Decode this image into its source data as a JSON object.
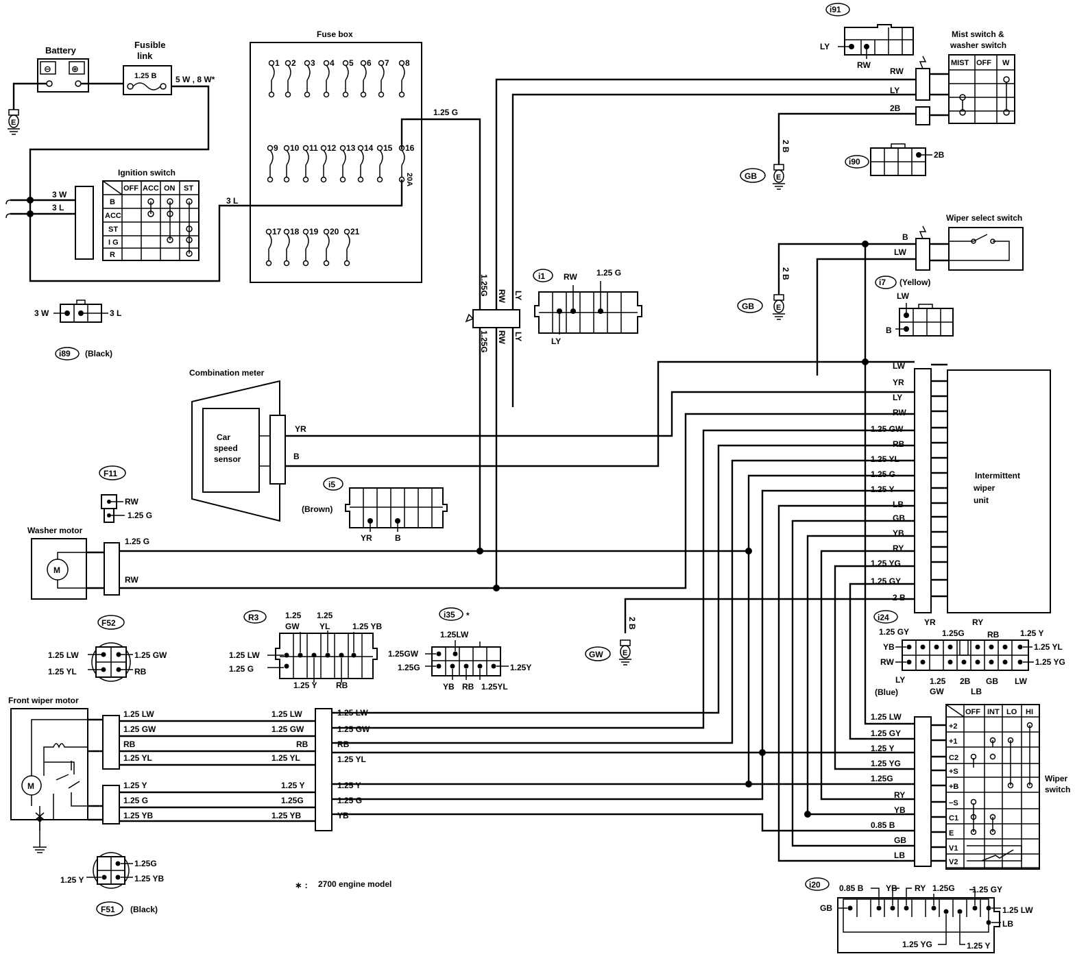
{
  "battery": {
    "title": "Battery"
  },
  "fusible_link": {
    "title_line1": "Fusible",
    "title_line2": "link",
    "rating": "1.25 B",
    "wire": "5 W , 8 W*"
  },
  "fuse_box": {
    "title": "Fuse box",
    "fuses_row1": [
      "1",
      "2",
      "3",
      "4",
      "5",
      "6",
      "7",
      "8"
    ],
    "fuses_row2": [
      "9",
      "10",
      "11",
      "12",
      "13",
      "14",
      "15",
      "16"
    ],
    "fuses_row3": [
      "17",
      "18",
      "19",
      "20",
      "21"
    ],
    "fuse16_rating": "20A",
    "out_wire": "1.25 G",
    "in_wire": "3 L"
  },
  "ignition_switch": {
    "title": "Ignition switch",
    "columns": [
      "OFF",
      "ACC",
      "ON",
      "ST"
    ],
    "rows": [
      "B",
      "ACC",
      "ST",
      "I G",
      "R"
    ],
    "wire_3w": "3 W",
    "wire_3l": "3 L"
  },
  "connector_i89": {
    "id": "i89",
    "color": "(Black)",
    "left": "3 W",
    "right": "3 L"
  },
  "connector_i91": {
    "id": "i91",
    "ly": "LY",
    "rw": "RW"
  },
  "mist_switch": {
    "title_line1": "Mist switch &",
    "title_line2": "washer switch",
    "columns": [
      "MIST",
      "OFF",
      "W"
    ],
    "wires": [
      "RW",
      "LY",
      "2B"
    ]
  },
  "connector_i90": {
    "id": "i90",
    "wire": "2B"
  },
  "ground_gb1": {
    "label": "GB",
    "wire": "2 B"
  },
  "wiper_select": {
    "title": "Wiper select switch",
    "wires": [
      "B",
      "LW"
    ]
  },
  "connector_i7": {
    "id": "i7",
    "color": "(Yellow)",
    "lw": "LW",
    "b": "B"
  },
  "ground_gb2": {
    "label": "GB",
    "wire": "2 B"
  },
  "connector_i1": {
    "id": "i1",
    "rw": "RW",
    "g": "1.25 G",
    "ly": "LY"
  },
  "harness_labels": {
    "g": "1.25G",
    "rw": "RW",
    "ly": "LY"
  },
  "combination_meter": {
    "title": "Combination meter",
    "sensor_line1": "Car",
    "sensor_line2": "speed",
    "sensor_line3": "sensor",
    "wires": [
      "YR",
      "B"
    ]
  },
  "connector_i5": {
    "id": "i5",
    "color": "(Brown)",
    "yr": "YR",
    "b": "B"
  },
  "connector_f11": {
    "id": "F11",
    "rw": "RW",
    "g": "1.25 G"
  },
  "washer_motor": {
    "title": "Washer motor",
    "motor": "M",
    "wires": [
      "1.25 G",
      "RW"
    ]
  },
  "intermittent_unit": {
    "title_line1": "Intermittent",
    "title_line2": "wiper",
    "title_line3": "unit",
    "wires": [
      "LW",
      "YR",
      "LY",
      "RW",
      "1.25 GW",
      "RB",
      "1.25 YL",
      "1.25 G",
      "1.25 Y",
      "LB",
      "GB",
      "YB",
      "RY",
      "1.25 YG",
      "1.25 GY",
      "2 B"
    ]
  },
  "connector_f52": {
    "id": "F52",
    "lw": "1.25 LW",
    "gw": "1.25 GW",
    "yl": "1.25 YL",
    "rb": "RB"
  },
  "connector_r3": {
    "id": "R3",
    "gw_top1": "1.25",
    "gw_top2": "GW",
    "yl_top1": "1.25",
    "yl_top2": "YL",
    "yb": "1.25 YB",
    "lw": "1.25 LW",
    "g": "1.25 G",
    "y": "1.25 Y",
    "rb": "RB"
  },
  "connector_i35": {
    "id": "i35",
    "mark": "*",
    "lw": "1.25LW",
    "gw": "1.25GW",
    "g": "1.25G",
    "y": "1.25Y",
    "yb": "YB",
    "rb": "RB",
    "yl": "1.25YL"
  },
  "ground_gw": {
    "label": "GW",
    "wire": "2 B"
  },
  "connector_i24": {
    "id": "i24",
    "color": "(Blue)",
    "top": [
      "1.25 GY",
      "YR",
      "1.25G",
      "RY",
      "RB",
      "1.25 Y"
    ],
    "left": [
      "YB",
      "RW"
    ],
    "right": [
      "1.25 YL",
      "1.25 YG"
    ],
    "bottom": [
      "LY",
      "1.25",
      "GW",
      "2B",
      "LB",
      "GB",
      "LW"
    ]
  },
  "front_wiper_motor": {
    "title": "Front wiper motor",
    "motor": "M",
    "left_wires": [
      "1.25 LW",
      "1.25 GW",
      "RB",
      "1.25 YL",
      "1.25 Y",
      "1.25 G",
      "1.25 YB"
    ],
    "mid_wires": [
      "1.25 LW",
      "1.25 GW",
      "RB",
      "1.25 YL",
      "1.25 Y",
      "1.25G",
      "1.25 YB"
    ],
    "right_wires": [
      "1.25 LW",
      "1.25 GW",
      "RB",
      "1.25 YL",
      "1.25 Y",
      "1.25 G",
      "YB"
    ]
  },
  "connector_f51": {
    "id": "F51",
    "color": "(Black)",
    "g": "1.25G",
    "y": "1.25 Y",
    "yb": "1.25 YB"
  },
  "footnote": {
    "mark": "∗ :",
    "text": "2700 engine model"
  },
  "wiper_switch": {
    "title_line1": "Wiper",
    "title_line2": "switch",
    "columns": [
      "OFF",
      "INT",
      "LO",
      "HI"
    ],
    "rows": [
      "+2",
      "+1",
      "C2",
      "+S",
      "+B",
      "−S",
      "C1",
      "E",
      "V1",
      "V2"
    ],
    "wires": [
      "1.25 LW",
      "1.25 GY",
      "1.25 Y",
      "1.25 YG",
      "1.25G",
      "RY",
      "YB",
      "0.85 B",
      "GB",
      "LB"
    ]
  },
  "connector_i20": {
    "id": "i20",
    "top": [
      "0.85 B",
      "YB",
      "RY",
      "1.25G",
      "1.25 GY"
    ],
    "left": "GB",
    "right": [
      "1.25 LW",
      "LB"
    ],
    "bottom": [
      "1.25 YG",
      "1.25 Y"
    ]
  },
  "ground_symbol": "E"
}
